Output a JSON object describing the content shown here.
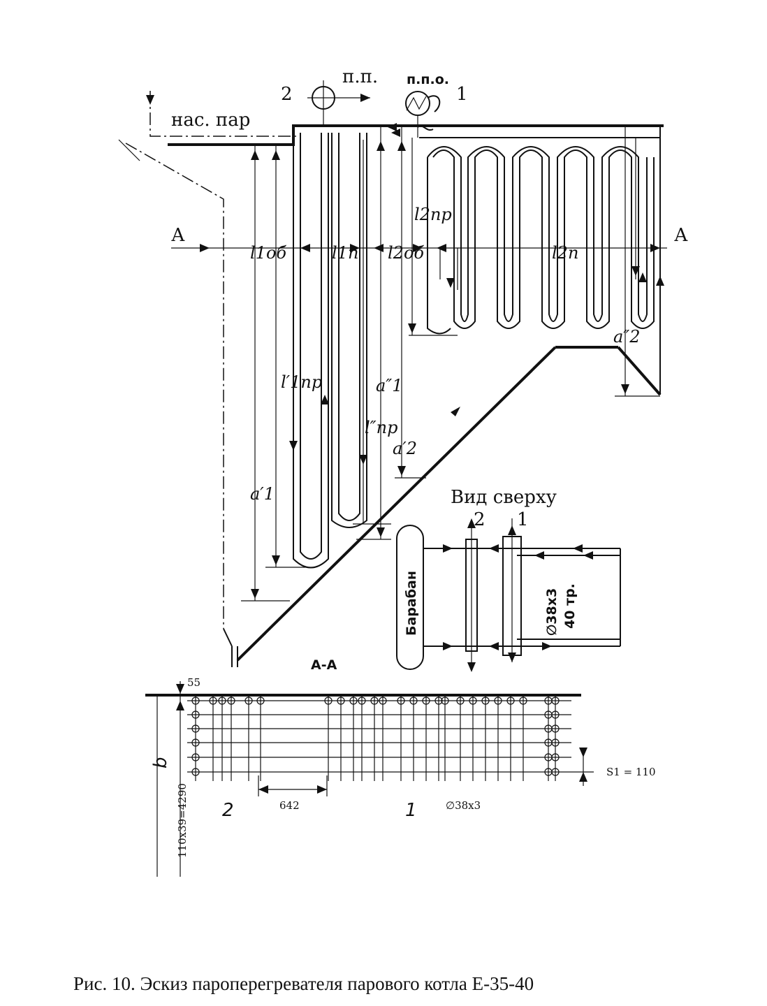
{
  "caption": "Рис. 10. Эскиз пароперегревателя парового котла Е-35-40",
  "labels": {
    "saturated_steam": "нас. пар",
    "superheated_steam": "п.п.",
    "desuperheater": "п.п.о.",
    "num_2": "2",
    "num_1": "1",
    "section_A_left": "А",
    "section_A_right": "А",
    "l1ob": "l1об",
    "l1p": "l1п",
    "l2ob": "l2об",
    "l2p": "l2п",
    "l2pr": "l2пр",
    "l1pr_prime": "l′1пр",
    "lpr_double": "l″пр",
    "a1_double": "a″1",
    "a2_prime": "a′2",
    "a1_prime": "a′1",
    "a2_double": "a″2"
  },
  "top_view": {
    "title": "Вид сверху",
    "drum": "Барабан",
    "tube_spec": "∅38x3",
    "tube_count": "40 тр.",
    "num_2": "2",
    "num_1": "1"
  },
  "section": {
    "title": "А-А",
    "dim_55": "55",
    "dim_b": "b",
    "dim_total": "110x39=4290",
    "dim_642": "642",
    "s1": "S1 = 110",
    "tube": "∅38x3",
    "zone_2": "2",
    "zone_1": "1"
  }
}
